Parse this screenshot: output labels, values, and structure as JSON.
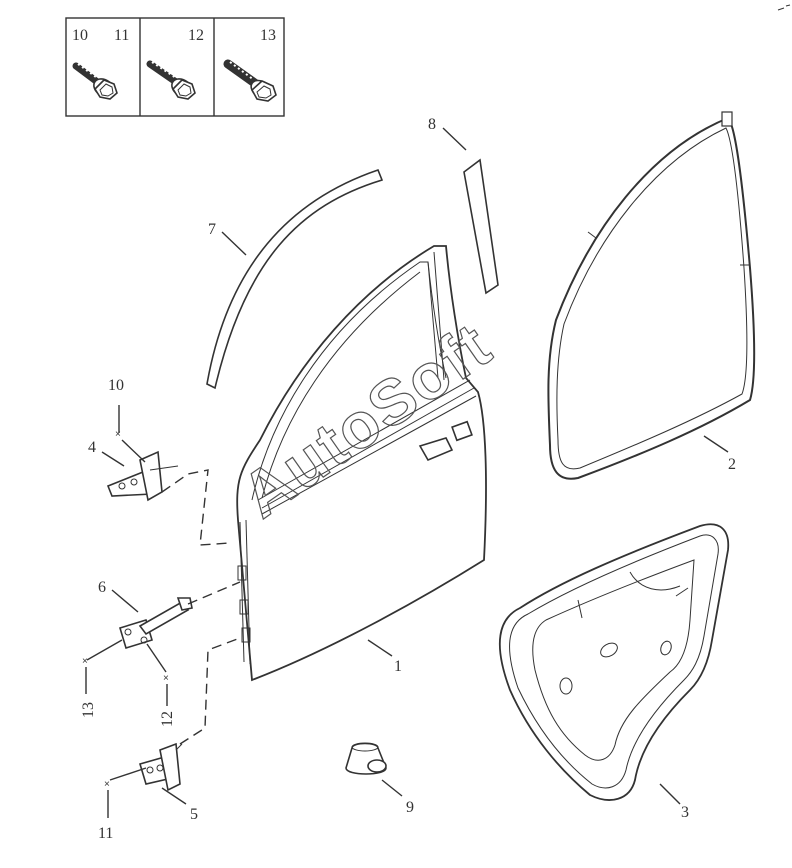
{
  "legend": {
    "cells": [
      {
        "labels": [
          "10",
          "11"
        ],
        "icon": "hex-flange-bolt-icon"
      },
      {
        "labels": [
          "12"
        ],
        "icon": "hex-flange-bolt-icon"
      },
      {
        "labels": [
          "13"
        ],
        "icon": "hex-flange-stud-bolt-icon"
      }
    ]
  },
  "callouts": {
    "door_shell": "1",
    "door_weatherstrip": "2",
    "watershield_sheet": "3",
    "upper_hinge": "4",
    "lower_hinge": "5",
    "door_check": "6",
    "upper_molding": "7",
    "b_pillar_garnish": "8",
    "bumper_stopper": "9",
    "bolt_upper_hinge": "10",
    "bolt_lower_hinge": "11",
    "bolt_check_body": "12",
    "bolt_check_door": "13"
  },
  "watermark": "AutoSoft"
}
